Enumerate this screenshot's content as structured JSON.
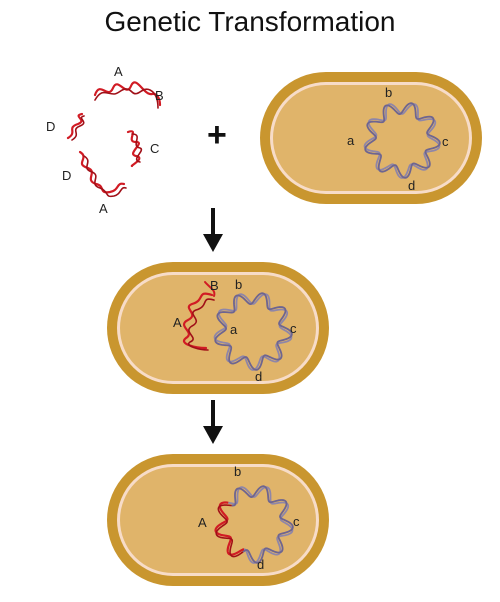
{
  "title": "Genetic Transformation",
  "labels": {
    "fragments": [
      "A",
      "B",
      "C",
      "D",
      "D",
      "A"
    ],
    "bacterium1": [
      "a",
      "b",
      "c",
      "d"
    ],
    "bacterium2_donor": [
      "A",
      "B"
    ],
    "bacterium2_host": [
      "a",
      "b",
      "c",
      "d"
    ],
    "bacterium3_donor": [
      "A"
    ],
    "bacterium3_host": [
      "b",
      "c",
      "d"
    ]
  },
  "symbols": {
    "plus": "+"
  },
  "colors": {
    "cell_outer": "#c9962f",
    "cell_inner": "#e0b46a",
    "membrane": "#f7dcc8",
    "donor_dna": "#d11b24",
    "host_dna": "#8f86a8"
  }
}
